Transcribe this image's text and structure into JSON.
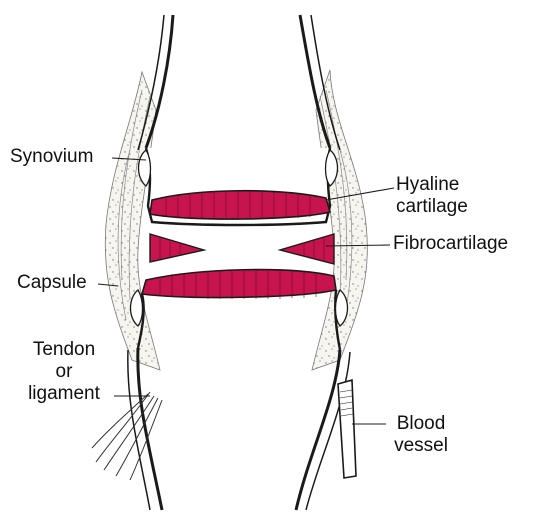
{
  "colors": {
    "cartilage": "#c8144e",
    "outline": "#1a1a1a",
    "capsule_fill": "#f3f1ea"
  },
  "labels": {
    "synovium": "Synovium",
    "hyaline_line1": "Hyaline",
    "hyaline_line2": "cartilage",
    "fibrocartilage": "Fibrocartilage",
    "capsule": "Capsule",
    "tendon_line1": "Tendon",
    "tendon_line2": "or",
    "tendon_line3": "ligament",
    "blood_line1": "Blood",
    "blood_line2": "vessel"
  }
}
